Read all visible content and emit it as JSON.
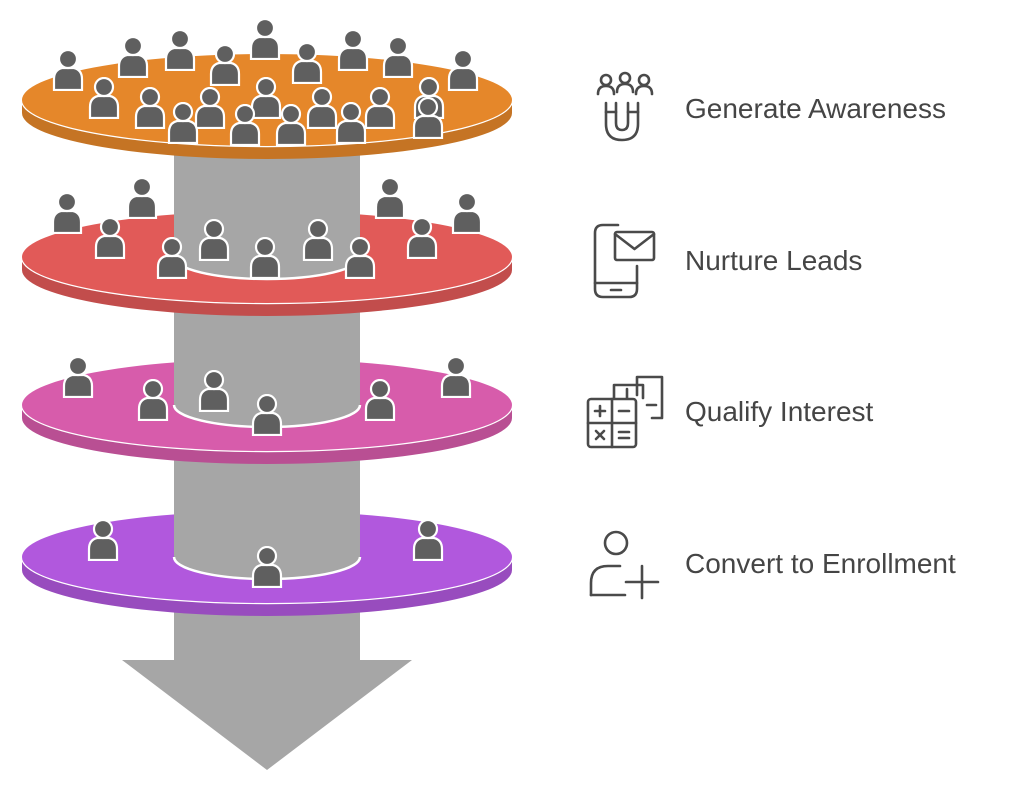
{
  "colors": {
    "pillar": "#a6a6a6",
    "arrow": "#a6a6a6",
    "person": "#5f5f5f",
    "person_outline": "#ffffff",
    "label": "#454545",
    "icon": "#4a4a4a"
  },
  "stages": [
    {
      "label": "Generate Awareness",
      "icon": "people-magnet-icon",
      "color": "#e5872a",
      "people": 21
    },
    {
      "label": "Nurture Leads",
      "icon": "phone-email-icon",
      "color": "#e15a58",
      "people": 11
    },
    {
      "label": "Qualify Interest",
      "icon": "calculator-document-icon",
      "color": "#d75cab",
      "people": 6
    },
    {
      "label": "Convert to Enrollment",
      "icon": "add-user-icon",
      "color": "#b158dd",
      "people": 3
    }
  ]
}
